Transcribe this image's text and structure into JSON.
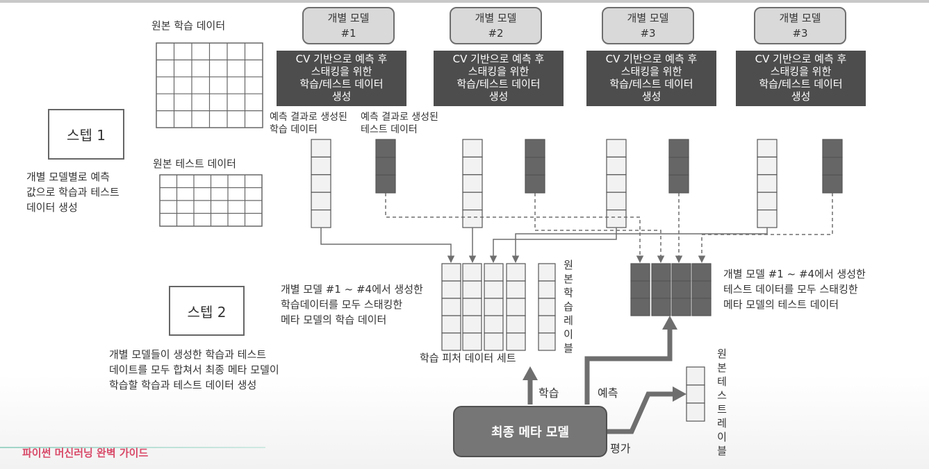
{
  "models": [
    {
      "title": "개별 모델",
      "num": "#1",
      "cv": "CV 기반으로 예측 후\n스태킹을 위한\n학습/테스트 데이터\n생성"
    },
    {
      "title": "개별 모델",
      "num": "#2",
      "cv": "CV 기반으로 예측 후\n스태킹을 위한\n학습/테스트 데이터\n생성"
    },
    {
      "title": "개별 모델",
      "num": "#3",
      "cv": "CV 기반으로 예측 후\n스태킹을 위한\n학습/테스트 데이터\n생성"
    },
    {
      "title": "개별 모델",
      "num": "#3",
      "cv": "CV 기반으로 예측 후\n스태킹을 위한\n학습/테스트 데이터\n생성"
    }
  ],
  "labels": {
    "orig_train": "원본 학습 데이터",
    "orig_test": "원본 테스트 데이터",
    "pred_train": "예측 결과로 생성된\n학습 데이터",
    "pred_test": "예측 결과로 생성된\n테스트 데이터",
    "meta_train_desc": "개별 모델 #1 ~ #4에서 생성한\n학습데이터를 모두 스태킹한\n메타 모델의 학습 데이터",
    "meta_test_desc": "개별 모델 #1 ~ #4에서 생성한\n테스트 데이터를 모두 스태킹한\n메타 모델의 테스트 데이터",
    "feature_set": "학습 피처 데이터 세트",
    "orig_train_label": "원본학습레이블",
    "orig_test_label": "원본테스트레이블",
    "learn": "학습",
    "predict": "예측",
    "evaluate": "평가",
    "final_model": "최종 메타 모델"
  },
  "steps": [
    {
      "title": "스텝 1",
      "desc": "개별 모델별로 예측\n값으로 학습과 테스트\n데이터 생성"
    },
    {
      "title": "스텝 2",
      "desc": "개별 모델들이 생성한 학습과 테스트\n데이트를 모두 합쳐서 최종 메타 모델이\n학습할 학습과 테스트 데이터 생성"
    }
  ],
  "footer": {
    "brand": "파이썬 머신러닝 완벽 가이드"
  },
  "colors": {
    "dark": "#4d4d4d",
    "mid": "#666666",
    "light": "#f2f2f2",
    "brand": "#d84968"
  }
}
